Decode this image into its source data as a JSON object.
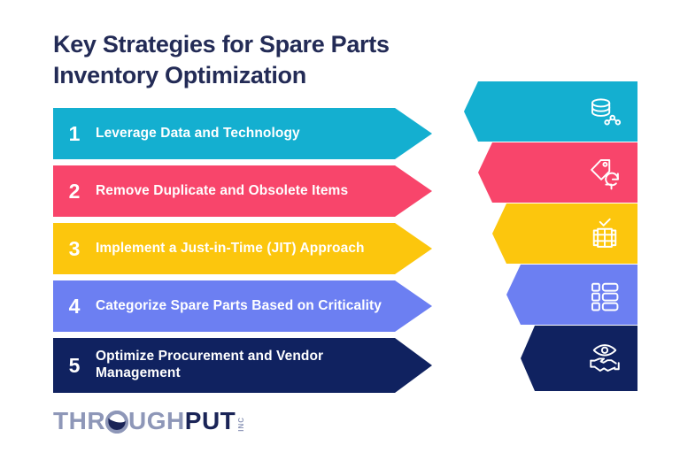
{
  "title": {
    "line1": "Key Strategies for Spare Parts",
    "line2": "Inventory Optimization",
    "color": "#232B56"
  },
  "steps": [
    {
      "number": "1",
      "label": "Leverage Data and Technology",
      "color": "#14AFD0",
      "icon": "database-network-icon"
    },
    {
      "number": "2",
      "label": "Remove Duplicate and Obsolete Items",
      "color": "#F8456B",
      "icon": "tag-refresh-icon"
    },
    {
      "number": "3",
      "label": "Implement a Just-in-Time (JIT) Approach",
      "color": "#FCC60D",
      "icon": "warehouse-check-icon"
    },
    {
      "number": "4",
      "label": "Categorize Spare Parts Based on Criticality",
      "color": "#6C7FF2",
      "icon": "category-list-icon"
    },
    {
      "number": "5",
      "label": "Optimize Procurement and Vendor Management",
      "label_line1": "Optimize Procurement and Vendor",
      "label_line2": "Management",
      "color": "#102260",
      "icon": "eye-handshake-icon"
    }
  ],
  "logo": {
    "part1": "THR",
    "globe": "globe-icon",
    "part2": "UGH",
    "part3": "PUT",
    "suffix": "INC",
    "color_light": "#8E97B8",
    "color_dark": "#1A2457"
  }
}
